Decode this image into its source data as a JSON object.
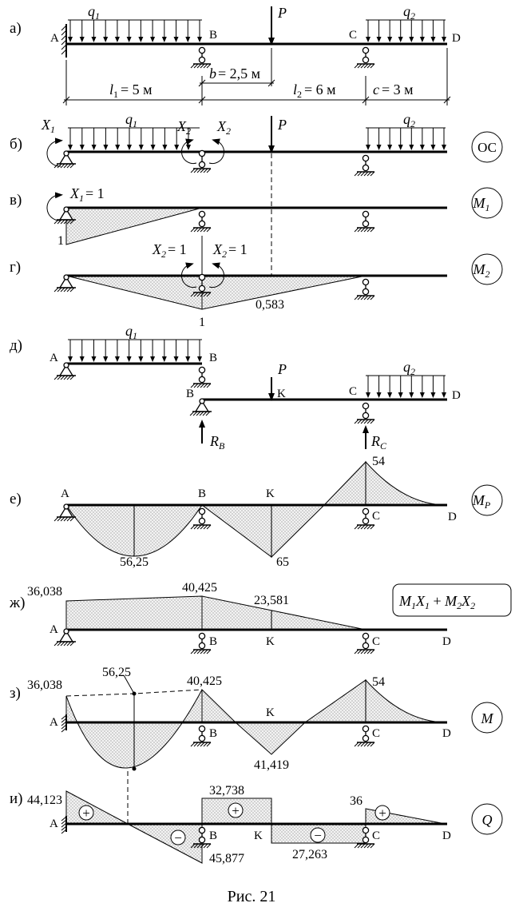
{
  "panels": {
    "a": "а)",
    "b": "б)",
    "v": "в)",
    "g": "г)",
    "d": "д)",
    "e": "е)",
    "zh": "ж)",
    "z": "з)",
    "i": "и)"
  },
  "labels": {
    "q1": "q",
    "q1_sub": "1",
    "q2": "q",
    "q2_sub": "2",
    "P": "P",
    "A": "A",
    "B": "B",
    "C": "C",
    "D": "D",
    "K": "K",
    "X1": "X",
    "X1_sub": "1",
    "X2": "X",
    "X2_sub": "2",
    "X1_eq": "X",
    "X1_eq_sub": "1",
    "X1_eq_rest": "= 1",
    "X2_eq": "X",
    "X2_eq_sub": "2",
    "X2_eq_rest": "= 1",
    "RB": "R",
    "RB_sub": "B",
    "RC": "R",
    "RC_sub": "C"
  },
  "dims": {
    "l1": "l",
    "l1_sub": "1",
    "l1_rest": "= 5 м",
    "b": "b",
    "b_rest": "= 2,5 м",
    "l2": "l",
    "l2_sub": "2",
    "l2_rest": "= 6 м",
    "c": "c",
    "c_rest": "= 3 м"
  },
  "badges": {
    "os": "ОС",
    "m1": "M",
    "m1_sub": "1",
    "m2": "M",
    "m2_sub": "2",
    "mp": "M",
    "mp_sub": "P",
    "m": "M",
    "q": "Q",
    "combo_a": "M",
    "combo_a_sub": "1",
    "combo_b": "X",
    "combo_b_sub": "1",
    "combo_plus": " + ",
    "combo_c": "M",
    "combo_c_sub": "2",
    "combo_d": "X",
    "combo_d_sub": "2"
  },
  "values": {
    "m1_one": "1",
    "m2_one": "1",
    "m2_mid": "0,583",
    "mp_ab": "56,25",
    "mp_k": "65",
    "mp_c": "54",
    "zh_a": "36,038",
    "zh_b": "40,425",
    "zh_k": "23,581",
    "m_a": "36,038",
    "m_mid": "56,25",
    "m_b": "40,425",
    "m_k": "41,419",
    "m_c": "54",
    "q_a": "44,123",
    "q_b_left": "45,877",
    "q_bk": "32,738",
    "q_kc": "27,263",
    "q_c": "36",
    "plus": "+",
    "minus": "−"
  },
  "caption": "Рис. 21"
}
